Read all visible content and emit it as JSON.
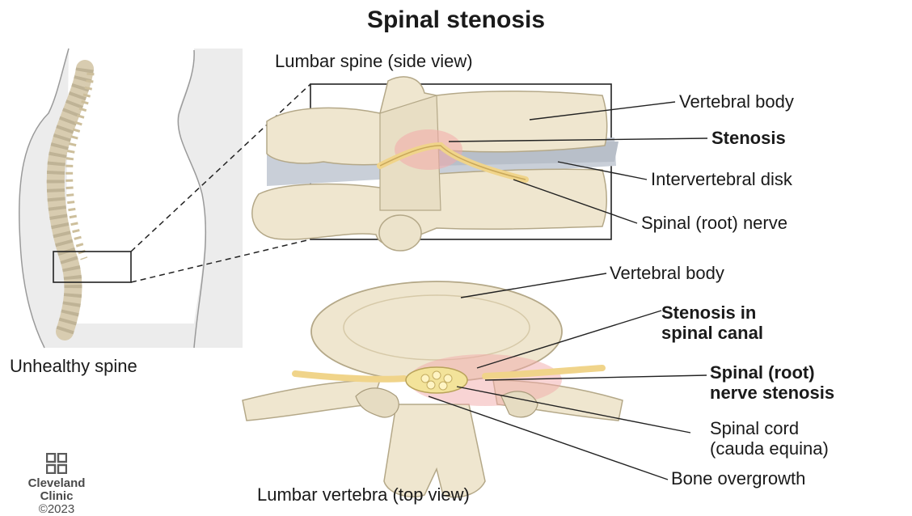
{
  "title": "Spinal stenosis",
  "panels": {
    "side_view_title": "Lumbar spine (side view)",
    "top_view_title": "Lumbar vertebra (top view)",
    "left_caption": "Unhealthy spine"
  },
  "side_labels": [
    {
      "text": "Vertebral body",
      "bold": false
    },
    {
      "text": "Stenosis",
      "bold": true
    },
    {
      "text": "Intervertebral disk",
      "bold": false
    },
    {
      "text": "Spinal (root) nerve",
      "bold": false
    }
  ],
  "top_labels": [
    {
      "lines": [
        "Vertebral body"
      ],
      "bold": false
    },
    {
      "lines": [
        "Stenosis in",
        "spinal canal"
      ],
      "bold": true
    },
    {
      "lines": [
        "Spinal (root)",
        "nerve stenosis"
      ],
      "bold": true
    },
    {
      "lines": [
        "Spinal cord",
        "(cauda equina)"
      ],
      "bold": false
    },
    {
      "lines": [
        "Bone overgrowth"
      ],
      "bold": false
    }
  ],
  "logo": {
    "line1": "Cleveland",
    "line2": "Clinic",
    "copyright": "©2023"
  }
}
